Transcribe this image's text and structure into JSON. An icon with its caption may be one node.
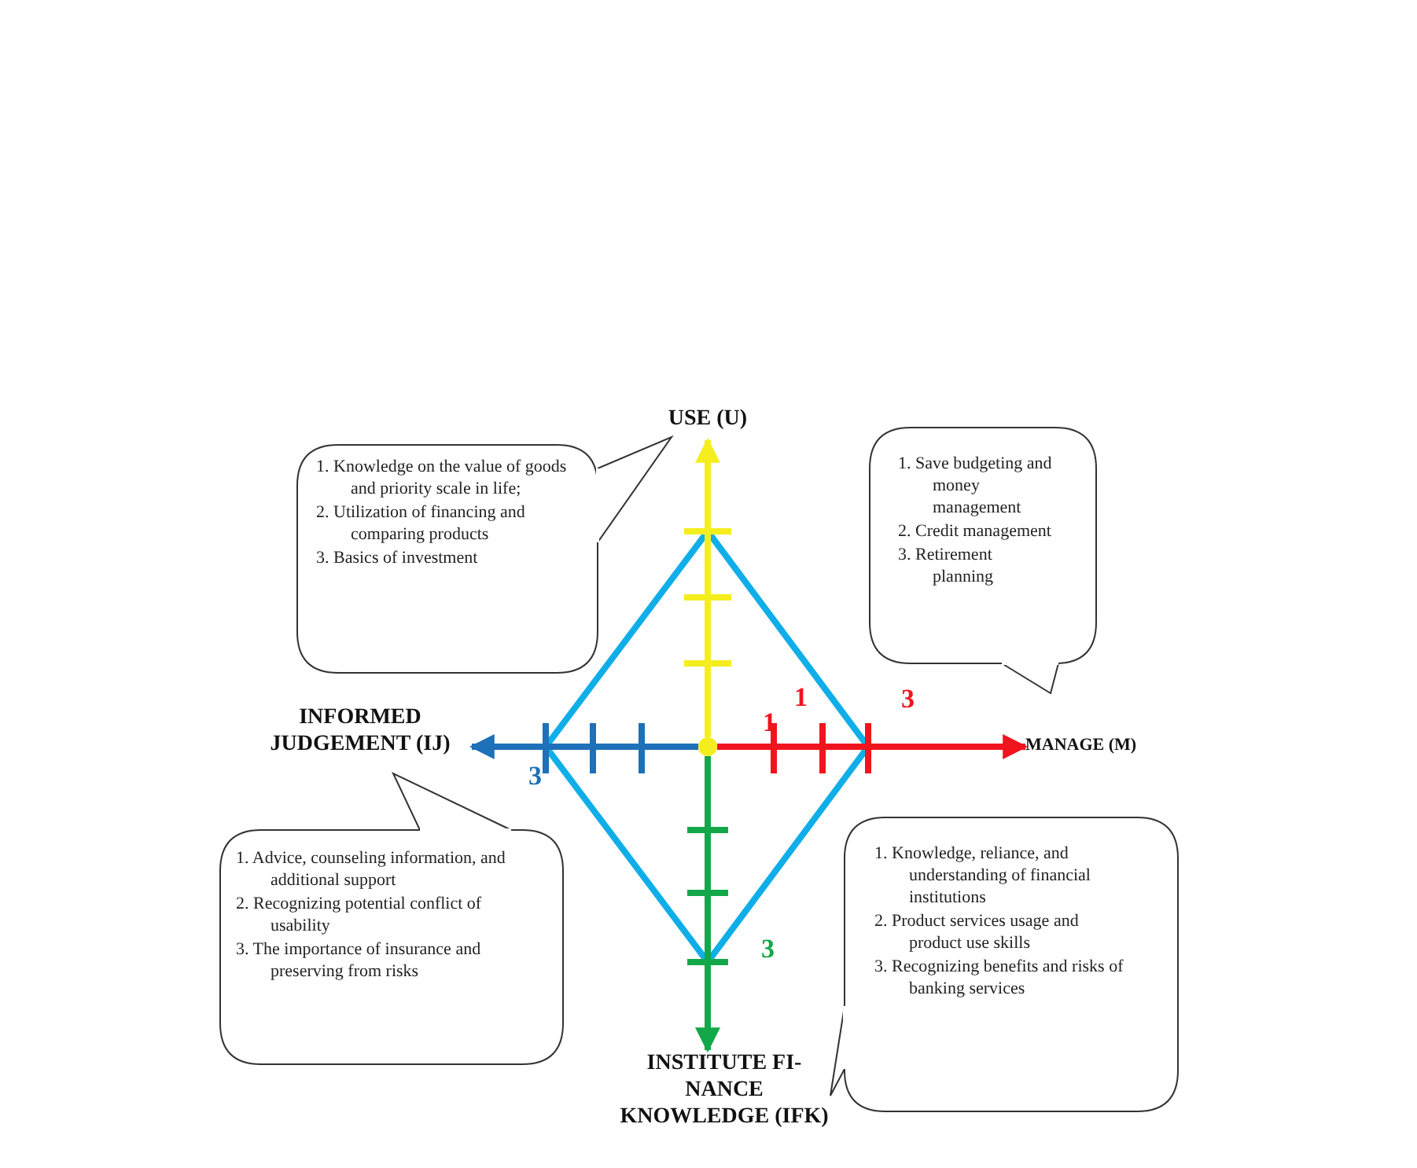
{
  "diagram": {
    "nodes": [
      {
        "text": [
          "USE (U)"
        ]
      },
      {
        "text": [
          "1. Knowledge on the value of goods and priority scale in life;",
          "2. Utilization of financing and comparing products",
          "3. Basics of investment"
        ]
      },
      {
        "text": [
          "1. Save budgeting and money management",
          "2. Credit management",
          "3. Retirement planning"
        ]
      },
      {
        "text": [
          "INFORMED JUDGEMENT (IJ)"
        ]
      },
      {
        "text": [],
        "shape": "circle"
      },
      {
        "text": [
          "MANAGE (M)"
        ]
      },
      {
        "text": [
          "1. Advice, counseling information, and additional support",
          "2. Recognizing potential conflict of usability",
          "3. The importance of insurance and preserving from risks"
        ]
      },
      {
        "text": [
          "1. Knowledge, reliance, and understanding of financial institutions",
          "2. Product services usage and product use skills",
          "3. Recognizing benefits and risks of banking services"
        ]
      },
      {
        "text": [
          "INSTITUTE FI- NANCE KNOWLEDGE (IFK)"
        ]
      }
    ],
    "edges": [
      {
        "from": 4,
        "to": 0,
        "arrow": "to",
        "color": "#f5ee1e"
      },
      {
        "from": 4,
        "to": 5,
        "arrow": "to",
        "color": "#f0141e"
      },
      {
        "from": 4,
        "to": 3,
        "arrow": "to",
        "color": "#1e70b8"
      },
      {
        "from": 4,
        "to": 8,
        "arrow": "to",
        "color": "#12a84a"
      }
    ],
    "labels": [
      "1",
      "3",
      "1",
      "3",
      "3"
    ]
  }
}
